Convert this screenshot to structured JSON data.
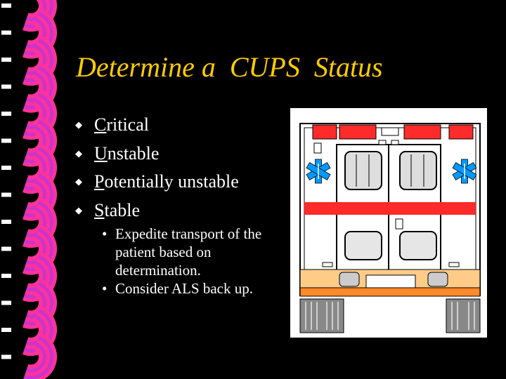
{
  "slide": {
    "title": "Determine a  CUPS  Status",
    "bullet_icon": "diamond-bullet",
    "bullets": [
      {
        "first": "C",
        "rest": "ritical"
      },
      {
        "first": "U",
        "rest": "nstable"
      },
      {
        "first": "P",
        "rest": "otentially unstable"
      },
      {
        "first": "S",
        "rest": "table"
      }
    ],
    "sub_bullets": [
      "Expedite transport of the patient based on determination.",
      "Consider ALS back up."
    ],
    "image": "ambulance-rear-view",
    "colors": {
      "background": "#000000",
      "title": "#ffcc00",
      "text": "#ffffff",
      "spiral": [
        "#ff3399",
        "#cc33cc",
        "#ffffff"
      ],
      "ambulance_stripe": "#ff2a2a",
      "star_of_life": "#0099ff"
    }
  }
}
